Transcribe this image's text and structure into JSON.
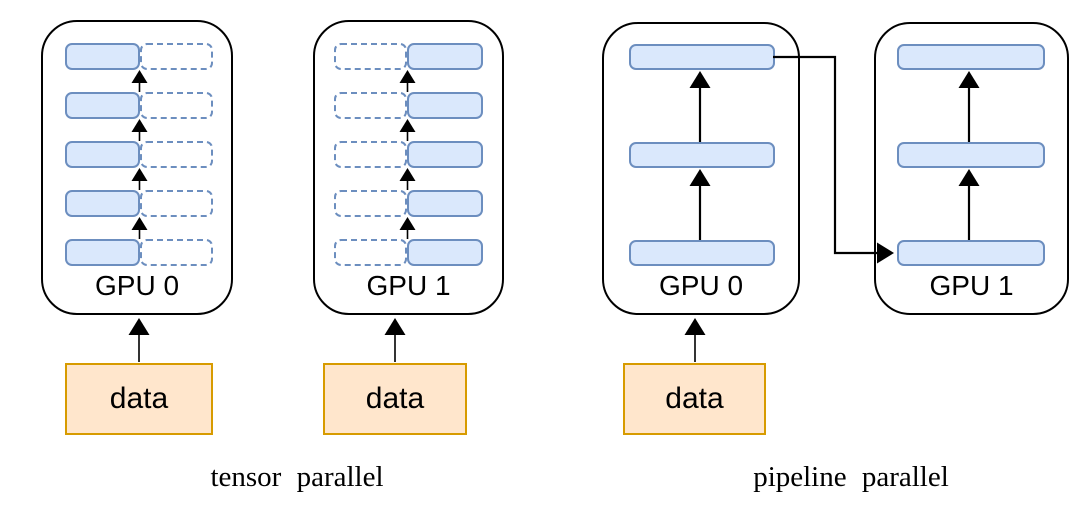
{
  "colors": {
    "layer_fill": "#dae8fc",
    "layer_stroke": "#6c8ebf",
    "data_fill": "#ffe6cc",
    "data_stroke": "#d79b00",
    "container_stroke": "#000000",
    "arrow": "#000000"
  },
  "tensor": {
    "caption": "tensor parallel",
    "gpu0": {
      "label": "GPU 0",
      "num_layers": 5,
      "solid_side": "left",
      "data_label": "data"
    },
    "gpu1": {
      "label": "GPU 1",
      "num_layers": 5,
      "solid_side": "right",
      "data_label": "data"
    }
  },
  "pipeline": {
    "caption": "pipeline parallel",
    "gpu0": {
      "label": "GPU 0",
      "num_layers": 3,
      "data_label": "data"
    },
    "gpu1": {
      "label": "GPU 1",
      "num_layers": 3
    }
  }
}
